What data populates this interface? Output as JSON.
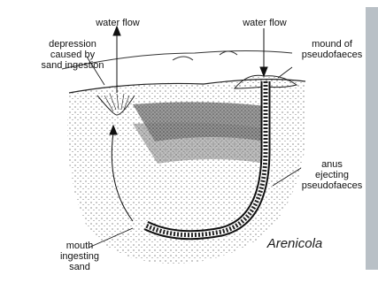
{
  "diagram": {
    "title": "Arenicola",
    "labels": {
      "water_flow_left": "water flow",
      "water_flow_right": "water flow",
      "depression": "depression\ncaused by\nsand ingestion",
      "mound": "mound of\npseudofaeces",
      "anus": "anus\nejecting\npseudofaeces",
      "mouth": "mouth\ningesting\nsand"
    },
    "colors": {
      "background": "#ffffff",
      "frame": "#cfd4d8",
      "ink": "#111111",
      "sediment_dark": "#6f6f6f",
      "sediment_light": "#d9d9d9"
    }
  }
}
